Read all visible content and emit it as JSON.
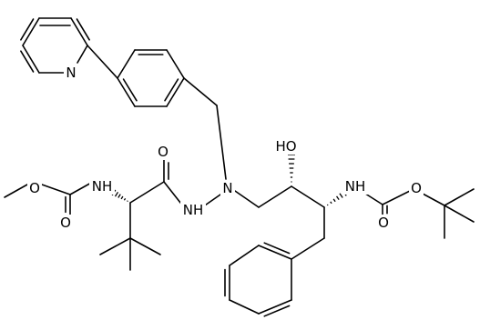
{
  "molecule": {
    "atom_labels": [
      {
        "id": "n-pyridine",
        "text": "N"
      },
      {
        "id": "o-carbonyl-amide",
        "text": "O"
      },
      {
        "id": "o-hydroxyl",
        "text": "HO"
      },
      {
        "id": "o-boc-ester",
        "text": "O"
      },
      {
        "id": "o-methyl-ester",
        "text": "O"
      },
      {
        "id": "nh-carbamate-left",
        "text": "NH"
      },
      {
        "id": "nh-hydrazide",
        "text": "NH"
      },
      {
        "id": "n-hydrazine",
        "text": "N"
      },
      {
        "id": "nh-carbamate-right",
        "text": "NH"
      },
      {
        "id": "o-carbamate-left",
        "text": "O"
      },
      {
        "id": "o-carbamate-right",
        "text": "O"
      }
    ]
  }
}
